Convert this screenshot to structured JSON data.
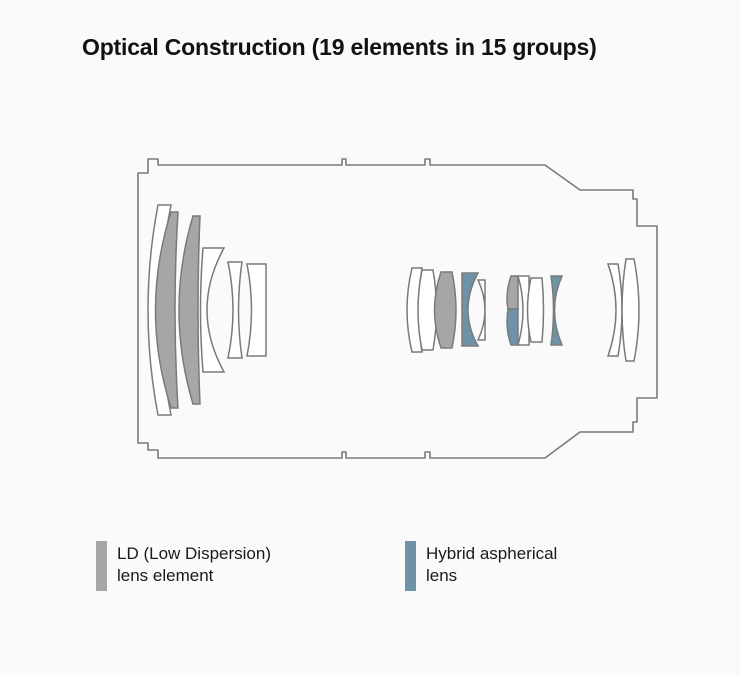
{
  "title": "Optical Construction (19 elements in 15 groups)",
  "legend": [
    {
      "line1": "LD (Low Dispersion)",
      "line2": "lens element",
      "color": "#a6a6a6",
      "icon": "ld-swatch"
    },
    {
      "line1": "Hybrid aspherical",
      "line2": "lens",
      "color": "#6e93a6",
      "icon": "hybrid-swatch"
    }
  ],
  "colors": {
    "barrel": "#7a7a7a",
    "ld": "#a6a6a6",
    "hybrid": "#6e93a6",
    "plain": "#ffffff"
  }
}
